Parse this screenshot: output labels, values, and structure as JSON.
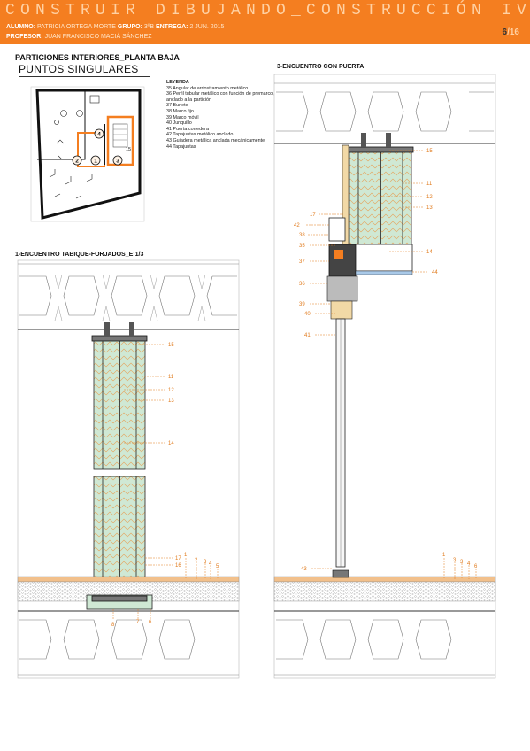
{
  "header": {
    "title": "CONSTRUIR DIBUJANDO_CONSTRUCCIÓN IV",
    "alumno_label": "ALUMNO:",
    "alumno_value": "PATRICIA ORTEGA MORTE",
    "grupo_label": "GRUPO:",
    "grupo_value": "3ºB",
    "entrega_label": "ENTREGA:",
    "entrega_value": "2 JUN. 2015",
    "profesor_label": "PROFESOR:",
    "profesor_value": "JUAN FRANCISCO MACIÁ SÁNCHEZ",
    "page_current": "6",
    "page_separator": "/",
    "page_total": "16"
  },
  "section_title": "PARTICIONES INTERIORES_PLANTA BAJA",
  "subtitle": "PUNTOS SINGULARES",
  "left_detail_title": "1-ENCUENTRO TABIQUE-FORJADOS_E:1/3",
  "right_detail_title": "3-ENCUENTRO CON PUERTA",
  "legend": {
    "title": "LEYENDA",
    "items": [
      "35 Angular de arriostramiento metálico",
      "36 Perfil tubular metálico con función de premarco, anclado a la partición",
      "37 Burlete",
      "38 Marco fijo",
      "39 Marco móvil",
      "40 Junquillo",
      "41 Puerta corredera",
      "42 Tapajuntas metálico anclado",
      "43 Guiadera metálica anclada mecánicamente",
      "44 Tapajuntas"
    ]
  },
  "plan_markers": [
    "1",
    "2",
    "3",
    "4",
    "15"
  ],
  "left_labels": {
    "l15": "15",
    "l11": "11",
    "l12": "12",
    "l13": "13",
    "l14": "14",
    "l17": "17",
    "l16": "16",
    "l1": "1",
    "l2": "2",
    "l3": "3",
    "l4": "4",
    "l5": "5",
    "l8": "8",
    "l7": "7",
    "l6": "6"
  },
  "right_labels": {
    "r15": "15",
    "r11": "11",
    "r12": "12",
    "r13": "13",
    "r14": "14",
    "r44": "44",
    "r17": "17",
    "r42": "42",
    "r38": "38",
    "r35": "35",
    "r37": "37",
    "r36": "36",
    "r39": "39",
    "r40": "40",
    "r41": "41",
    "r43": "43",
    "r1": "1",
    "r3": "3",
    "r3b": "3",
    "r4": "4",
    "r6": "6"
  },
  "colors": {
    "accent": "#f47e20",
    "wall_fill": "#cfe8d4",
    "label": "#e07a1c"
  }
}
